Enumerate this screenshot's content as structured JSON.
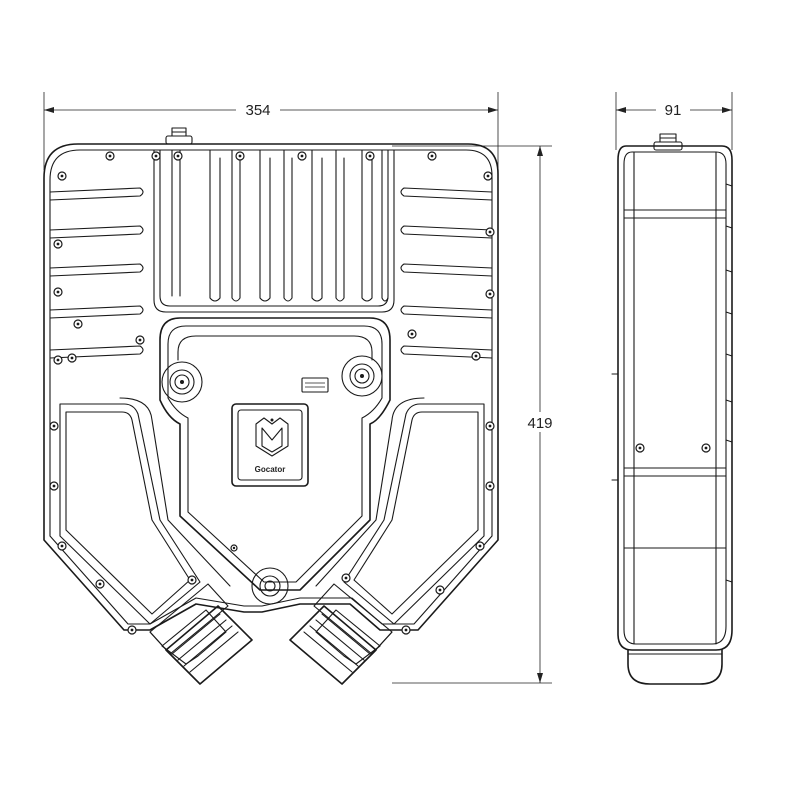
{
  "dimensions": {
    "width": "354",
    "depth": "91",
    "height": "419"
  },
  "logo": {
    "brand": "Gocator"
  }
}
